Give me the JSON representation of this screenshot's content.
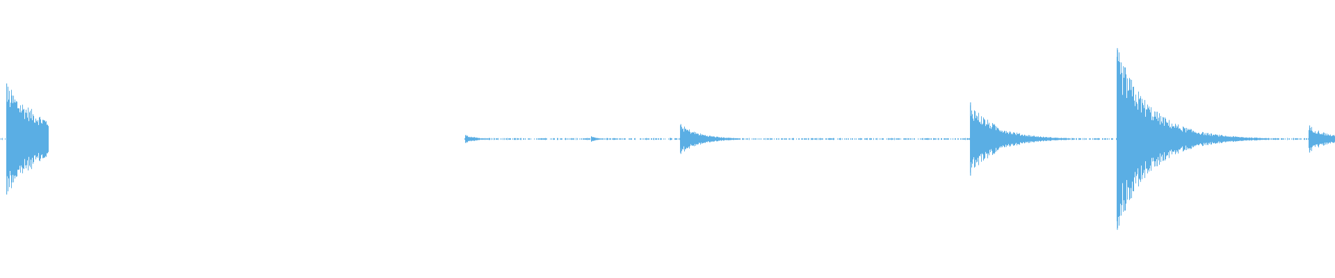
{
  "waveform": {
    "color": "#5aaee4",
    "baseline_color": "#5aaee4",
    "peaks": [
      {
        "time": 0.005,
        "amplitude": 0.41,
        "decay": 0.03
      },
      {
        "time": 0.349,
        "amplitude": 0.03,
        "decay": 0.008
      },
      {
        "time": 0.443,
        "amplitude": 0.02,
        "decay": 0.005
      },
      {
        "time": 0.51,
        "amplitude": 0.11,
        "decay": 0.015
      },
      {
        "time": 0.727,
        "amplitude": 0.27,
        "decay": 0.02
      },
      {
        "time": 0.837,
        "amplitude": 0.67,
        "decay": 0.025
      },
      {
        "time": 0.981,
        "amplitude": 0.1,
        "decay": 0.015
      }
    ],
    "silent_regions": [
      {
        "start": 0.036,
        "end": 0.347
      }
    ]
  }
}
